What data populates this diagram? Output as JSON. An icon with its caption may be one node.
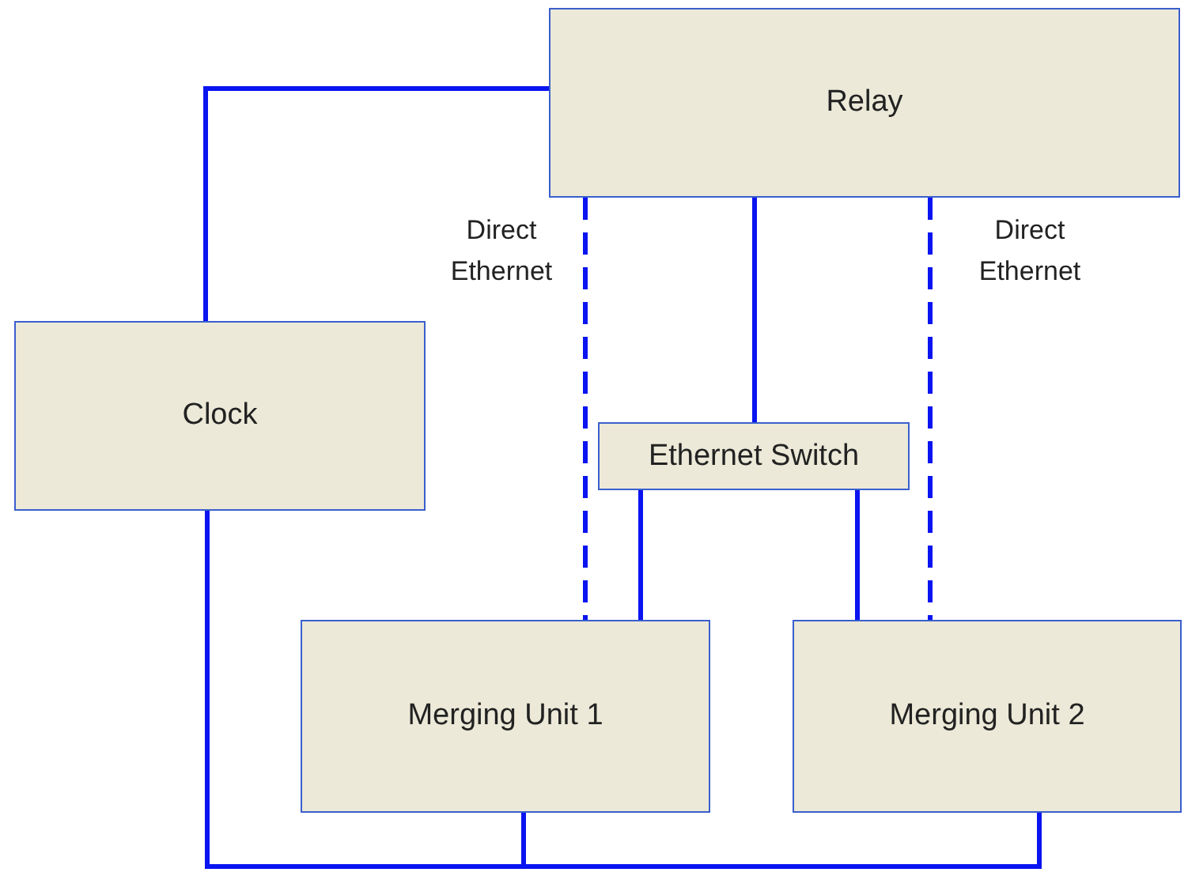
{
  "diagram": {
    "nodes": [
      {
        "text": [
          "Relay"
        ]
      },
      {
        "text": [
          "Clock"
        ]
      },
      {
        "text": [
          "Ethernet Switch"
        ]
      },
      {
        "text": [
          "Merging Unit 1"
        ]
      },
      {
        "text": [
          "Merging Unit 2"
        ]
      }
    ],
    "edges": [
      {
        "from": 0,
        "to": 1,
        "arrow": "none"
      },
      {
        "from": 0,
        "to": 3,
        "arrow": "none",
        "style": "dashed",
        "label": "Direct Ethernet"
      },
      {
        "from": 0,
        "to": 2,
        "arrow": "none"
      },
      {
        "from": 0,
        "to": 4,
        "arrow": "none",
        "style": "dashed",
        "label": "Direct Ethernet"
      },
      {
        "from": 2,
        "to": 3,
        "arrow": "none"
      },
      {
        "from": 2,
        "to": 4,
        "arrow": "none"
      },
      {
        "from": 1,
        "to": 3,
        "arrow": "none"
      },
      {
        "from": 1,
        "to": 4,
        "arrow": "none"
      }
    ]
  }
}
